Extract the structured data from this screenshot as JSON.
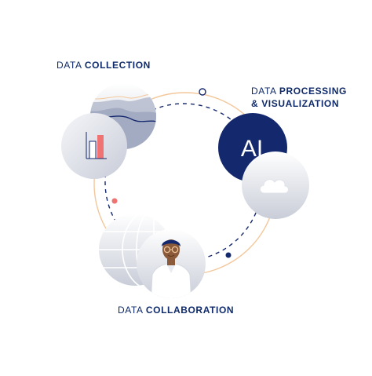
{
  "labels": {
    "collection": {
      "prefix": "DATA ",
      "bold": "COLLECTION"
    },
    "processing": {
      "line1_prefix": "DATA ",
      "line1_bold": "PROCESSING",
      "line2": "& VISUALIZATION"
    },
    "collaboration": {
      "prefix": "DATA ",
      "bold": "COLLABORATION"
    }
  },
  "ai_badge": {
    "text": "AI"
  },
  "colors": {
    "navy": "#14286d",
    "orange_ring": "#f3c79a",
    "coral": "#f07373",
    "grey_light": "#e9ecf2",
    "grey_mid": "#c2c7d4",
    "text": "#0f2a6a"
  },
  "icons": [
    "bar-chart-icon",
    "area-chart-icon",
    "globe-icon",
    "person-avatar-icon",
    "cloud-icon"
  ]
}
